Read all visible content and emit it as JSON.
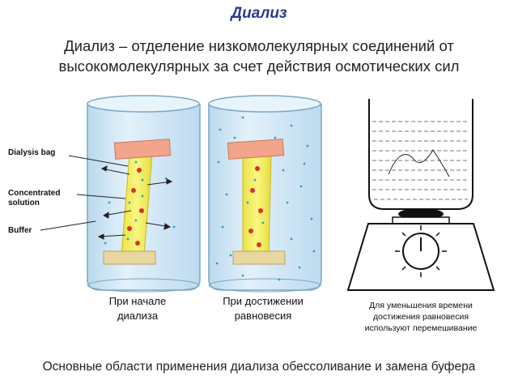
{
  "title": "Диализ",
  "subtitle": "Диализ – отделение низкомолекулярных соединений от высокомолекулярных за счет действия осмотических сил",
  "labels": {
    "dialysis_bag": "Dialysis bag",
    "concentrated_line1": "Concentrated",
    "concentrated_line2": "solution",
    "buffer": "Buffer"
  },
  "captions": {
    "start_line1": "При начале",
    "start_line2": "диализа",
    "equilibrium_line1": "При достижении",
    "equilibrium_line2": "равновесия",
    "stirring_line1": "Для уменьшения времени",
    "stirring_line2": "достижения равновесия",
    "stirring_line3": "используют перемешивание"
  },
  "footer": "Основные области применения диализа обессоливание и замена буфера",
  "colors": {
    "title": "#2b3a8f",
    "glass": "#cfe6f5",
    "bag": "#f3f06a",
    "clamp": "#f2a58a",
    "base": "#e8d7a0",
    "dots": "#2fa3b8",
    "large_molecules": "#d8322b"
  }
}
